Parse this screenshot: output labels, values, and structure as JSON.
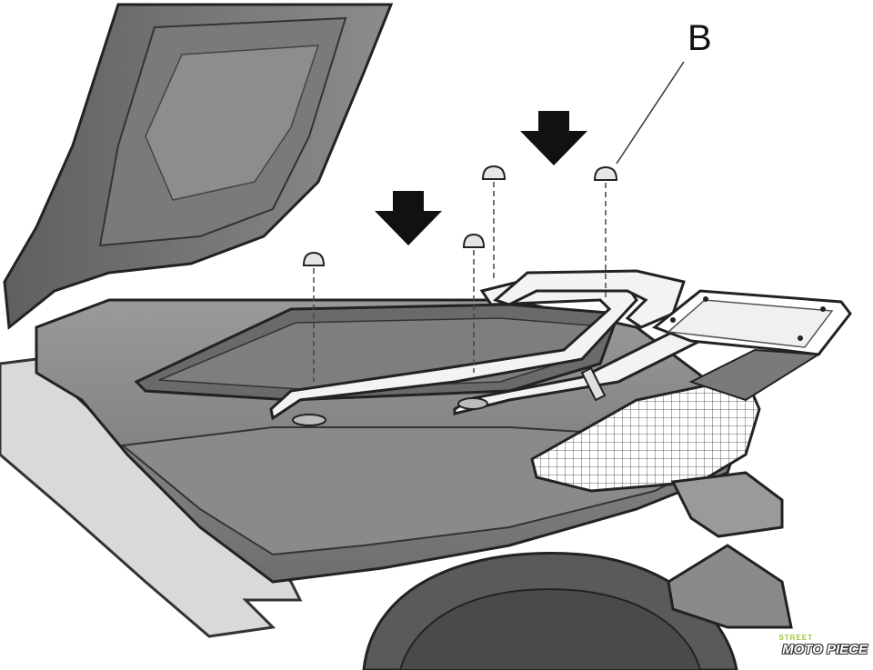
{
  "diagram": {
    "callout_label": "B",
    "arrows": [
      "arrow-down-left",
      "arrow-down-right"
    ]
  },
  "watermark": {
    "small_text": "STREET",
    "main_text": "MOTO PIECE"
  }
}
